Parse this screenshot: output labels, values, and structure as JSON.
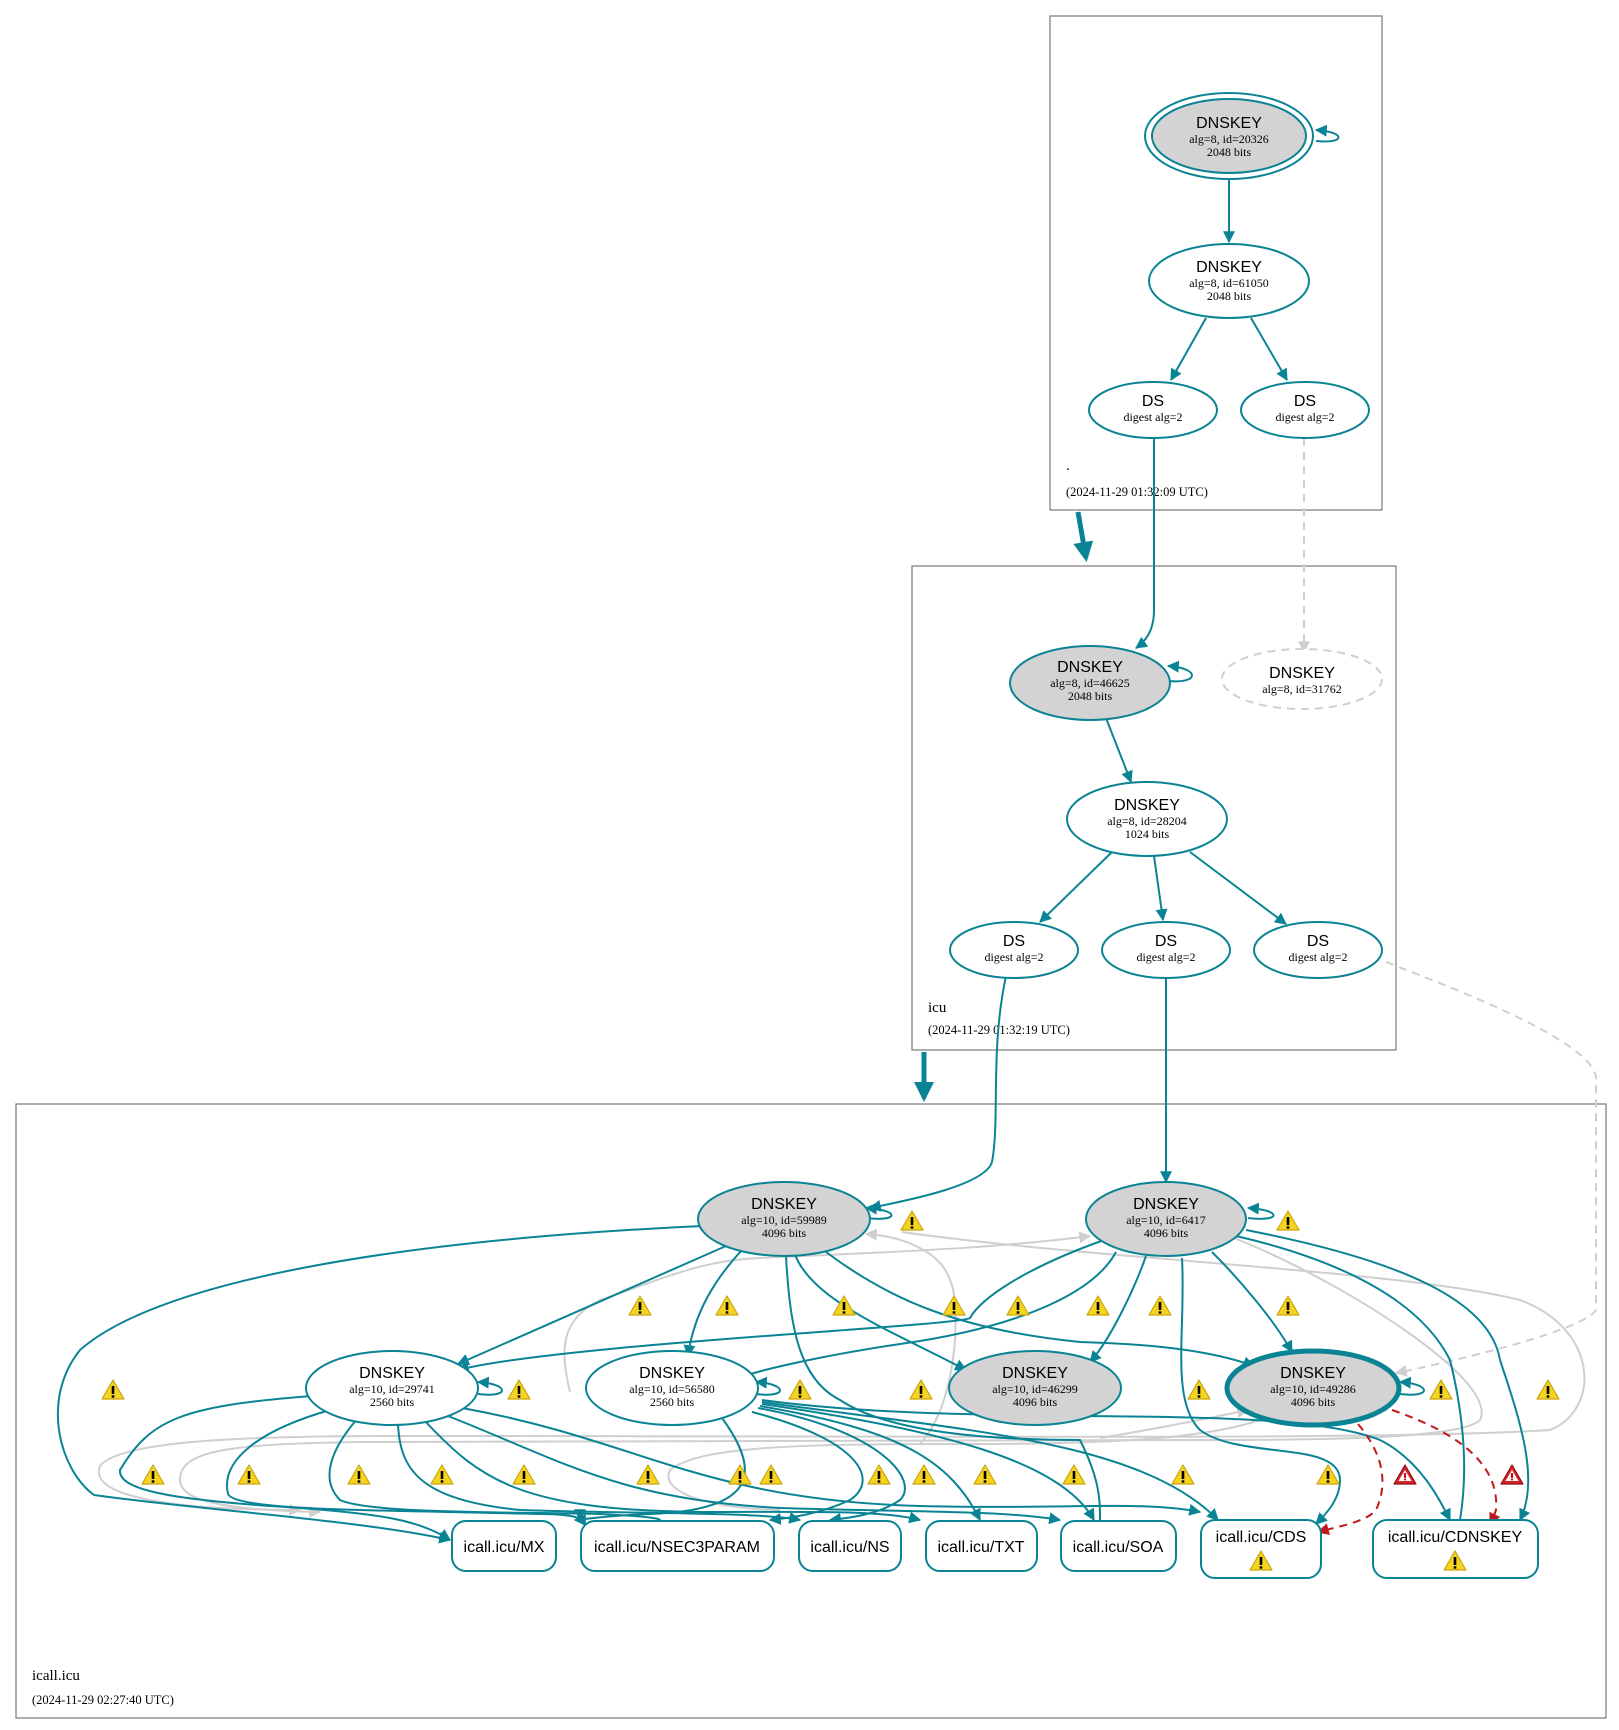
{
  "zones": {
    "root": {
      "name": ".",
      "timestamp": "(2024-11-29 01:32:09 UTC)"
    },
    "icu": {
      "name": "icu",
      "timestamp": "(2024-11-29 01:32:19 UTC)"
    },
    "icall": {
      "name": "icall.icu",
      "timestamp": "(2024-11-29 02:27:40 UTC)"
    }
  },
  "nodes": {
    "root_ksk": {
      "title": "DNSKEY",
      "line1": "alg=8, id=20326",
      "line2": "2048 bits"
    },
    "root_zsk": {
      "title": "DNSKEY",
      "line1": "alg=8, id=61050",
      "line2": "2048 bits"
    },
    "root_ds1": {
      "title": "DS",
      "line1": "digest alg=2"
    },
    "root_ds2": {
      "title": "DS",
      "line1": "digest alg=2"
    },
    "icu_ksk": {
      "title": "DNSKEY",
      "line1": "alg=8, id=46625",
      "line2": "2048 bits"
    },
    "icu_missing": {
      "title": "DNSKEY",
      "line1": "alg=8, id=31762"
    },
    "icu_zsk": {
      "title": "DNSKEY",
      "line1": "alg=8, id=28204",
      "line2": "1024 bits"
    },
    "icu_ds1": {
      "title": "DS",
      "line1": "digest alg=2"
    },
    "icu_ds2": {
      "title": "DS",
      "line1": "digest alg=2"
    },
    "icu_ds3": {
      "title": "DS",
      "line1": "digest alg=2"
    },
    "k59989": {
      "title": "DNSKEY",
      "line1": "alg=10, id=59989",
      "line2": "4096 bits"
    },
    "k6417": {
      "title": "DNSKEY",
      "line1": "alg=10, id=6417",
      "line2": "4096 bits"
    },
    "k29741": {
      "title": "DNSKEY",
      "line1": "alg=10, id=29741",
      "line2": "2560 bits"
    },
    "k56580": {
      "title": "DNSKEY",
      "line1": "alg=10, id=56580",
      "line2": "2560 bits"
    },
    "k46299": {
      "title": "DNSKEY",
      "line1": "alg=10, id=46299",
      "line2": "4096 bits"
    },
    "k49286": {
      "title": "DNSKEY",
      "line1": "alg=10, id=49286",
      "line2": "4096 bits"
    }
  },
  "rrsets": {
    "mx": "icall.icu/MX",
    "nsec3param": "icall.icu/NSEC3PARAM",
    "ns": "icall.icu/NS",
    "txt": "icall.icu/TXT",
    "soa": "icall.icu/SOA",
    "cds": "icall.icu/CDS",
    "cdnskey": "icall.icu/CDNSKEY"
  },
  "colors": {
    "secure": "#0a8494",
    "insecure": "#cfcfcf",
    "error": "#c0181c",
    "key_fill": "#d3d3d3",
    "warning_fill": "#f5d31e"
  },
  "icons": {
    "warning": "warning-icon",
    "error": "error-icon"
  }
}
